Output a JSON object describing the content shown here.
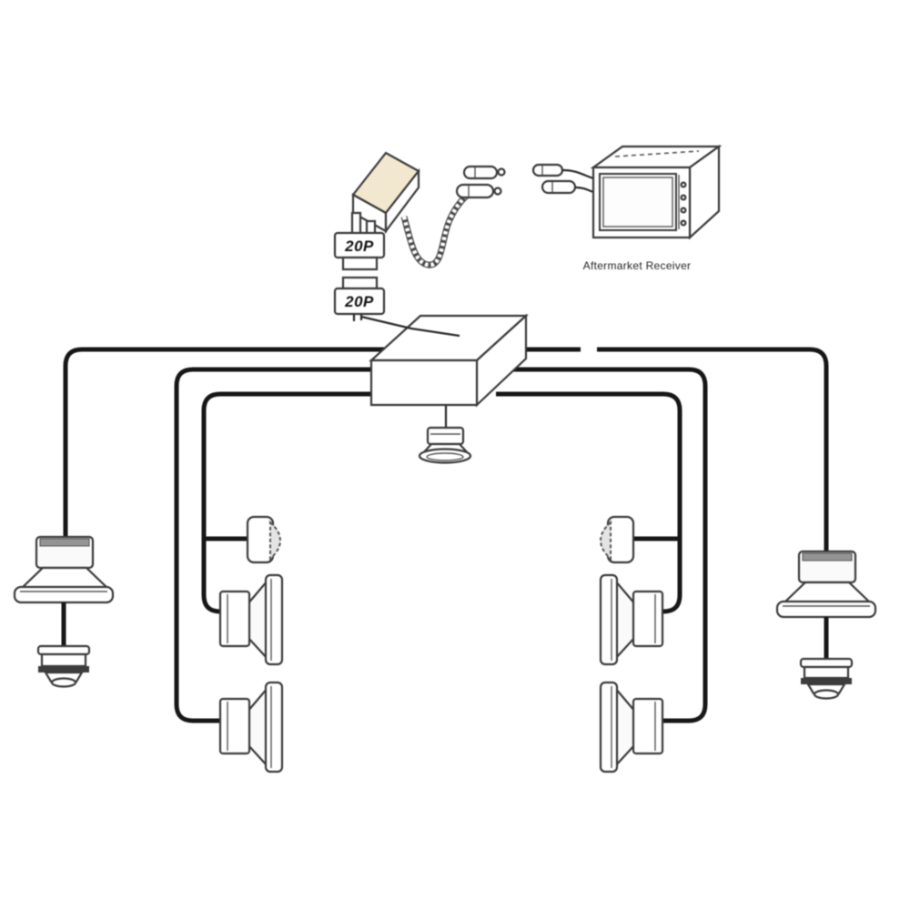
{
  "diagram": {
    "background_color": "#ffffff",
    "wire_color": "#161616",
    "outline_color": "#3a3a3a",
    "adapter_top_color": "#f2e7cf",
    "labels": {
      "connector_top": "20P",
      "connector_bottom": "20P",
      "receiver_caption": "Aftermarket Receiver"
    },
    "components": [
      {
        "name": "harness-adapter-box"
      },
      {
        "name": "20p-connector-male"
      },
      {
        "name": "20p-connector-female"
      },
      {
        "name": "coiled-cable"
      },
      {
        "name": "bullet-plug-pair-left"
      },
      {
        "name": "bullet-plug-pair-right"
      },
      {
        "name": "aftermarket-receiver"
      },
      {
        "name": "amplifier-box"
      },
      {
        "name": "center-speaker"
      },
      {
        "name": "left-front-woofer"
      },
      {
        "name": "left-front-tweeter"
      },
      {
        "name": "left-door-tweeter"
      },
      {
        "name": "left-door-speaker"
      },
      {
        "name": "left-rear-speaker"
      },
      {
        "name": "right-door-tweeter"
      },
      {
        "name": "right-door-speaker"
      },
      {
        "name": "right-rear-speaker"
      },
      {
        "name": "right-front-woofer"
      },
      {
        "name": "right-front-tweeter"
      }
    ]
  }
}
